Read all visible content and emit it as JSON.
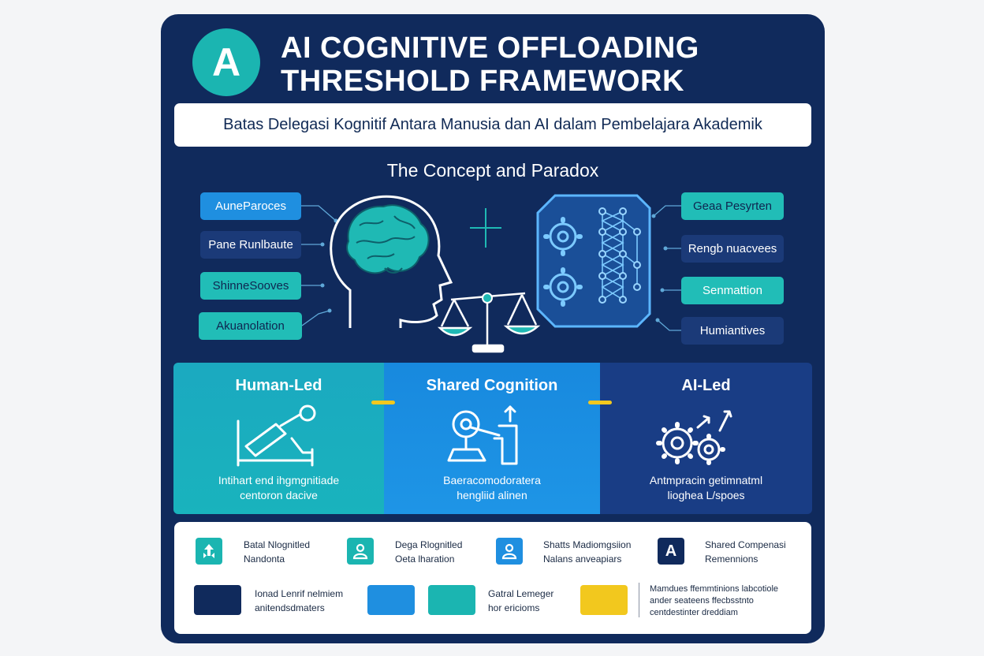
{
  "header": {
    "logo_letter": "A",
    "title_line1": "AI COGNITIVE OFFLOADING",
    "title_line2": "THRESHOLD FRAMEWORK",
    "subtitle": "Batas Delegasi Kognitif Antara Manusia dan AI dalam Pembelajara Akademik"
  },
  "concept": {
    "heading": "The Concept and Paradox",
    "left_labels": [
      "AuneParoces",
      "Pane Runlbaute",
      "ShinneSooves",
      "Akuanolation"
    ],
    "right_labels": [
      "Geaa Pesyrten",
      "Rengb nuacvees",
      "Senmattion",
      "Humiantives"
    ]
  },
  "panels": [
    {
      "title": "Human-Led",
      "desc_line1": "Intihart end ihgmgnitiade",
      "desc_line2": "centoron dacive"
    },
    {
      "title": "Shared Cognition",
      "desc_line1": "Baeracomodoratera",
      "desc_line2": "hengliid alinen"
    },
    {
      "title": "AI-Led",
      "desc_line1": "Antmpracin getimnatml",
      "desc_line2": "lioghea L/spoes"
    }
  ],
  "legend": {
    "items": [
      {
        "icon": "person-arrows-icon",
        "line1": "Batal Nlognitled",
        "line2": "Nandonta"
      },
      {
        "icon": "person-icon",
        "line1": "Dega Rlognitled",
        "line2": "Oeta lharation"
      },
      {
        "icon": "person-icon",
        "line1": "Shatts Madiomgsiion",
        "line2": "Nalans anveapiars"
      },
      {
        "icon": "letter-a-icon",
        "letter": "A",
        "line1": "Shared Compenasi",
        "line2": "Remennions"
      }
    ],
    "swatch_text_1": {
      "line1": "Ionad Lenrif nelmiem",
      "line2": "anitendsdmaters"
    },
    "swatch_text_2": {
      "line1": "Gatral Lemeger",
      "line2": "hor ericioms"
    },
    "note": {
      "line1": "Mamdues ffemmtinions labcotiole",
      "line2": "ander seateens ffecbsstnto",
      "line3": "centdestinter dreddiam"
    }
  },
  "colors": {
    "poster_bg": "#102a5c",
    "teal": "#1bb5b1",
    "blue": "#1f8fe0",
    "navy": "#193d85",
    "yellow": "#f2c81e",
    "dark_navy": "#102a5c"
  }
}
